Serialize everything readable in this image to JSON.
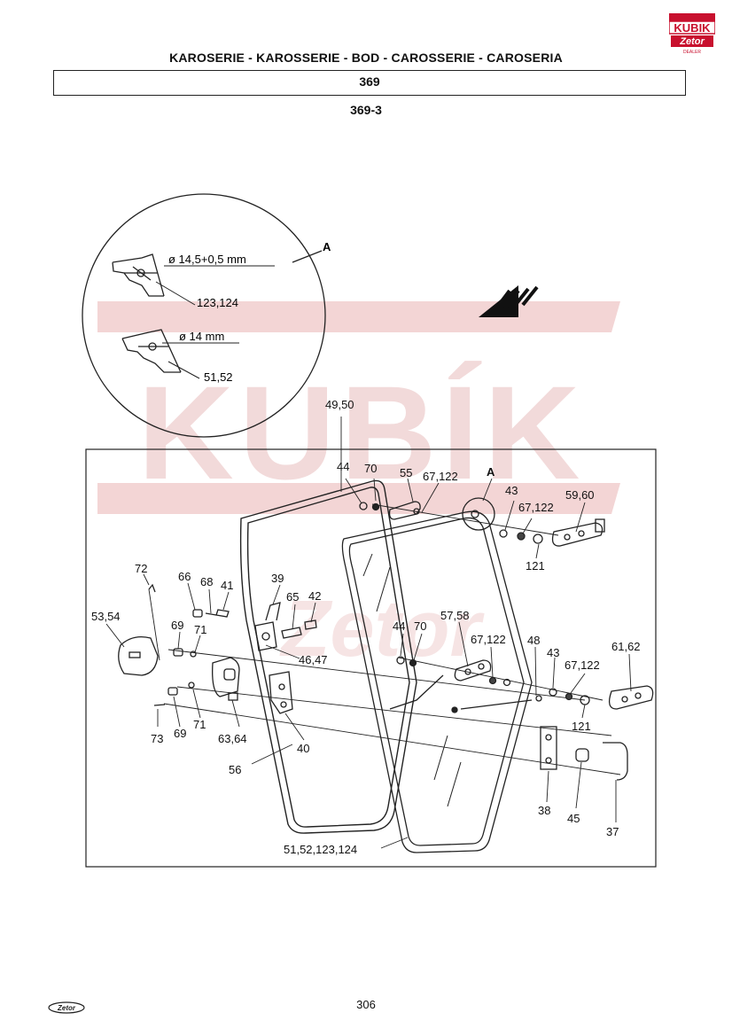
{
  "header": {
    "title": "KAROSERIE - KAROSSERIE - BOD    - CAROSSERIE - CAROSERIA",
    "group_number": "369",
    "sub_group": "369-3"
  },
  "brand": {
    "logo_text": "KUBIK",
    "logo_sub": "Zetor",
    "logo_small": "DEALER",
    "accent_color": "#c8102e",
    "watermark_color": "#f3d5d5"
  },
  "detail": {
    "marker": "A",
    "dim1": "ø 14,5+0,5 mm",
    "dim1_parts": "123,124",
    "dim2": "ø 14 mm",
    "dim2_parts": "51,52"
  },
  "callouts": {
    "c_49_50": "49,50",
    "c_44a": "44",
    "c_70a": "70",
    "c_55": "55",
    "c_67_122a": "67,122",
    "c_A": "A",
    "c_43a": "43",
    "c_67_122b": "67,122",
    "c_59_60": "59,60",
    "c_121a": "121",
    "c_72": "72",
    "c_66": "66",
    "c_68": "68",
    "c_41": "41",
    "c_39": "39",
    "c_65": "65",
    "c_42": "42",
    "c_53_54": "53,54",
    "c_69a": "69",
    "c_71a": "71",
    "c_46_47": "46,47",
    "c_44b": "44",
    "c_70b": "70",
    "c_57_58": "57,58",
    "c_67_122c": "67,122",
    "c_48": "48",
    "c_43b": "43",
    "c_61_62": "61,62",
    "c_67_122d": "67,122",
    "c_73": "73",
    "c_69b": "69",
    "c_71b": "71",
    "c_63_64": "63,64",
    "c_40": "40",
    "c_121b": "121",
    "c_56": "56",
    "c_38": "38",
    "c_45": "45",
    "c_37": "37",
    "c_51_52_123_124": "51,52,123,124"
  },
  "footer": {
    "page_number": "306",
    "logo_text": "Zetor"
  }
}
